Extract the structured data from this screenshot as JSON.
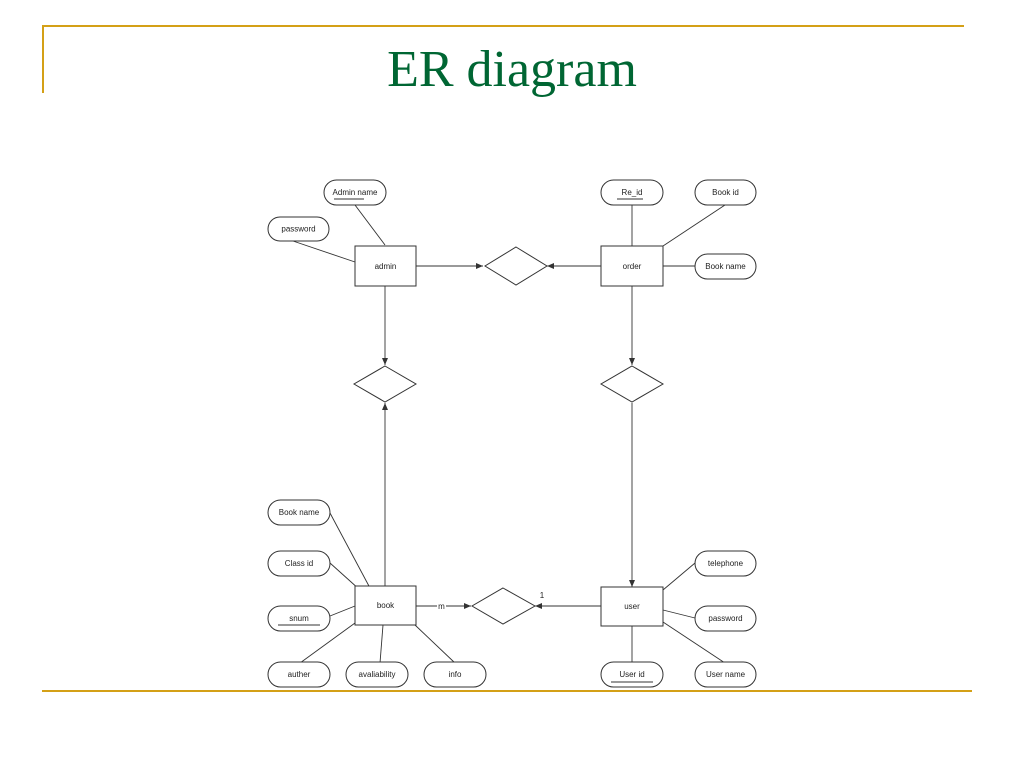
{
  "title": "ER diagram",
  "colors": {
    "accent": "#d4a017",
    "title": "#006633",
    "line": "#333333"
  },
  "entities": {
    "admin": "admin",
    "order": "order",
    "book": "book",
    "user": "user"
  },
  "attributes": {
    "admin_name": "Admin name",
    "admin_password": "password",
    "re_id": "Re_id",
    "order_book_id": "Book id",
    "order_book_name": "Book name",
    "book_book_name": "Book name",
    "class_id": "Class id",
    "snum": "snum",
    "auther": "auther",
    "availability": "avaliability",
    "info": "info",
    "telephone": "telephone",
    "user_password": "password",
    "user_id": "User id",
    "user_name": "User name"
  },
  "cardinality": {
    "many": "m",
    "one": "1"
  }
}
